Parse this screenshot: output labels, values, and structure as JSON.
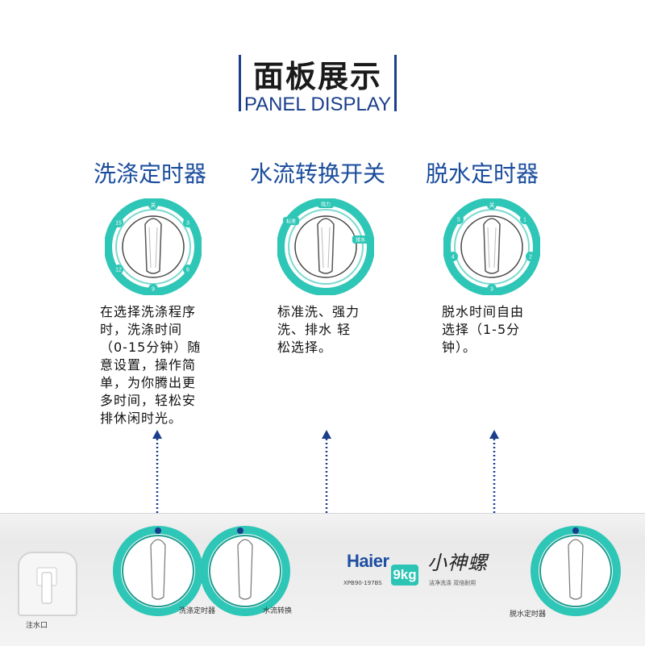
{
  "heading": {
    "title_cn": "面板展示",
    "title_en": "PANEL DISPLAY"
  },
  "sections": [
    {
      "title": "洗涤定时器",
      "description": [
        "在选择洗涤程序",
        "时，洗涤时间",
        "（0-15分钟）随",
        "意设置，操作简",
        "单，为你腾出更",
        "多时间，轻松安",
        "排休闲时光。"
      ],
      "knob_labels": [
        "关",
        "3",
        "6",
        "9",
        "12",
        "15"
      ]
    },
    {
      "title": "水流转换开关",
      "description": [
        "标准洗、强力",
        "洗、排水  轻",
        "松选择。"
      ],
      "knob_labels": [
        "强力",
        "标准",
        "排水"
      ]
    },
    {
      "title": "脱水定时器",
      "description": [
        "脱水时间自由",
        "选择（1-5分",
        "钟）。"
      ],
      "knob_labels": [
        "关",
        "1",
        "2",
        "3",
        "4",
        "5"
      ]
    }
  ],
  "panel": {
    "inlet_label": "注水口",
    "wash_timer_label": "洗涤定时器",
    "flow_switch_label": "水流转换",
    "spin_timer_label": "脱水定时器",
    "brand": "Haier",
    "model": "XPB90-197BS",
    "capacity": "9kg",
    "series_name": "小神螺",
    "slogan": "洁净洗涤  双倍耐用"
  },
  "colors": {
    "accent_teal": "#2ec6b6",
    "brand_blue": "#1d4ea0",
    "arrow_blue": "#1a3e8c"
  }
}
